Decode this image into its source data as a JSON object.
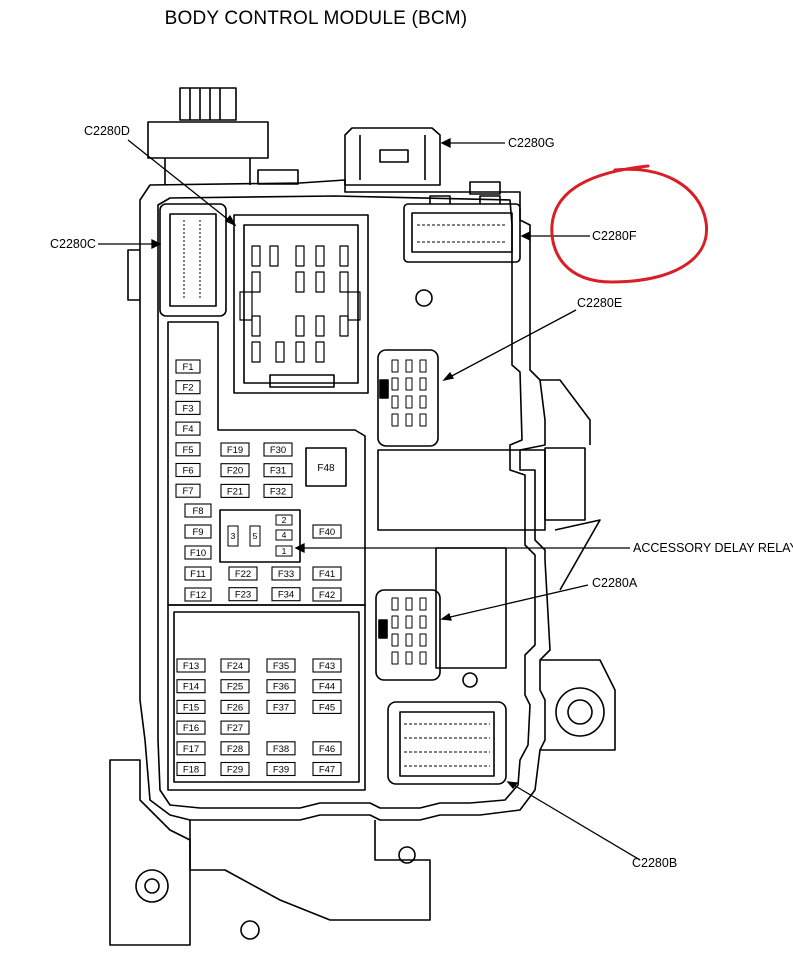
{
  "title": "BODY CONTROL MODULE (BCM)",
  "connectors": {
    "c2280a": "C2280A",
    "c2280b": "C2280B",
    "c2280c": "C2280C",
    "c2280d": "C2280D",
    "c2280e": "C2280E",
    "c2280f": "C2280F",
    "c2280g": "C2280G"
  },
  "relay_label": "ACCESSORY DELAY RELAY",
  "relay_pins": [
    "2",
    "4",
    "1",
    "3",
    "5"
  ],
  "fuses": {
    "col1_top": [
      "F1",
      "F2",
      "F3",
      "F4",
      "F5",
      "F6",
      "F7"
    ],
    "col1_mid": [
      "F8",
      "F9",
      "F10",
      "F11",
      "F12"
    ],
    "col1_bottom": [
      "F13",
      "F14",
      "F15",
      "F16",
      "F17",
      "F18"
    ],
    "col2_top": [
      "F19",
      "F20",
      "F21"
    ],
    "col2_mid": [
      "F22",
      "F23"
    ],
    "col2_bottom": [
      "F24",
      "F25",
      "F26",
      "F27",
      "F28",
      "F29"
    ],
    "col3_top": [
      "F30",
      "F31",
      "F32"
    ],
    "col3_mid": [
      "F33",
      "F34"
    ],
    "col3_bottom": [
      "F35",
      "F36",
      "F37",
      "F38",
      "F39"
    ],
    "col4_mid": [
      "F40",
      "F41",
      "F42"
    ],
    "col4_bottom": [
      "F43",
      "F44",
      "F45",
      "F46",
      "F47"
    ],
    "big": "F48"
  },
  "highlight_color": "#d81f26"
}
